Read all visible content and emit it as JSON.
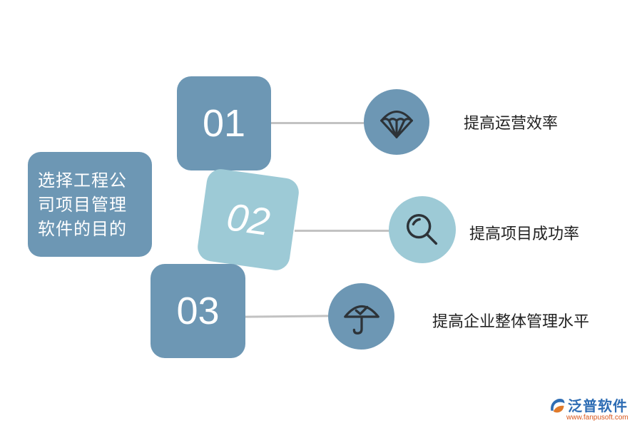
{
  "center": {
    "title": "选择工程公司项目管理软件的目的"
  },
  "items": [
    {
      "number": "01",
      "label": "提高运营效率",
      "icon": "parachute-icon",
      "color": "#6d97b4"
    },
    {
      "number": "02",
      "label": "提高项目成功率",
      "icon": "magnifier-icon",
      "color": "#9dcad6"
    },
    {
      "number": "03",
      "label": "提高企业整体管理水平",
      "icon": "umbrella-check-icon",
      "color": "#6d97b4"
    }
  ],
  "brand": {
    "name": "泛普软件",
    "url": "www.fanpusoft.com",
    "icon": "fanpu-logo-icon"
  },
  "colors": {
    "dark": "#6d97b4",
    "light": "#9dcad6",
    "connector": "#c2c2c2",
    "icon_stroke": "#2d3338"
  }
}
